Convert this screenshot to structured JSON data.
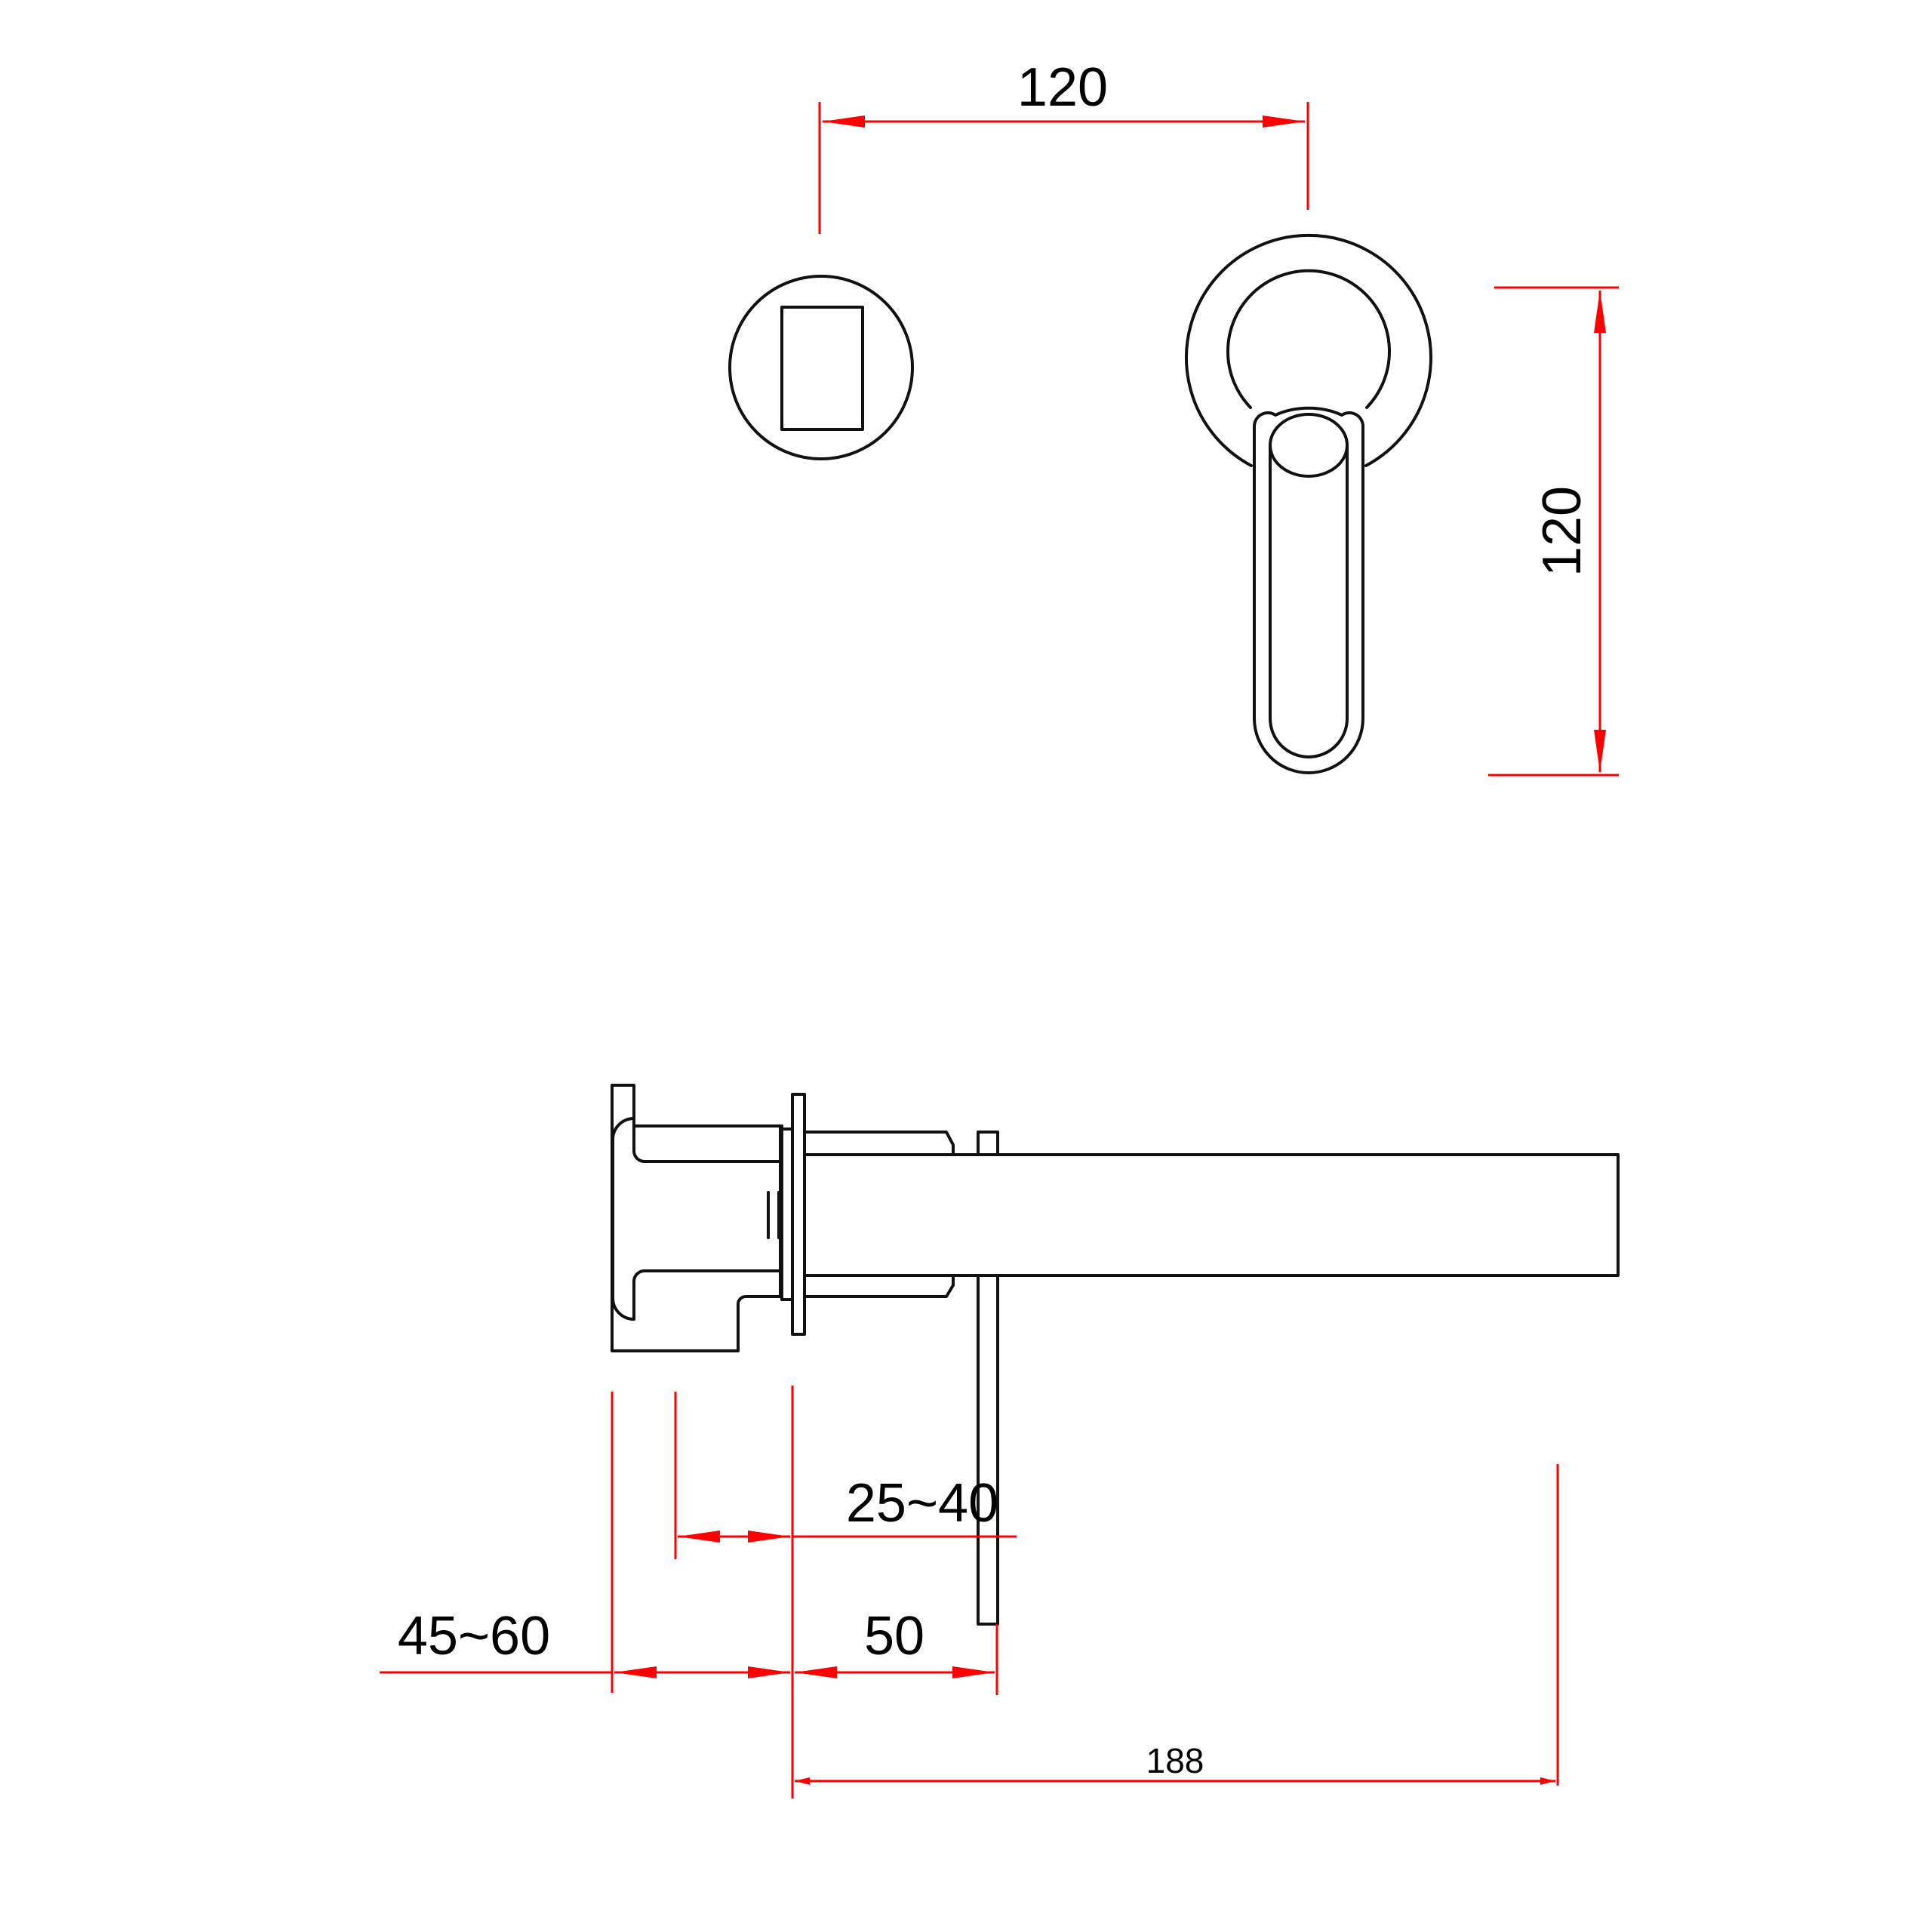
{
  "colors": {
    "outline": "#111111",
    "dimension": "#ff0000",
    "background": "#ffffff"
  },
  "dimensions": {
    "top_width": "120",
    "handle_height": "120",
    "wall_range": "25~40",
    "body_range": "45~60",
    "spout_offset": "50",
    "spout_length": "188"
  }
}
